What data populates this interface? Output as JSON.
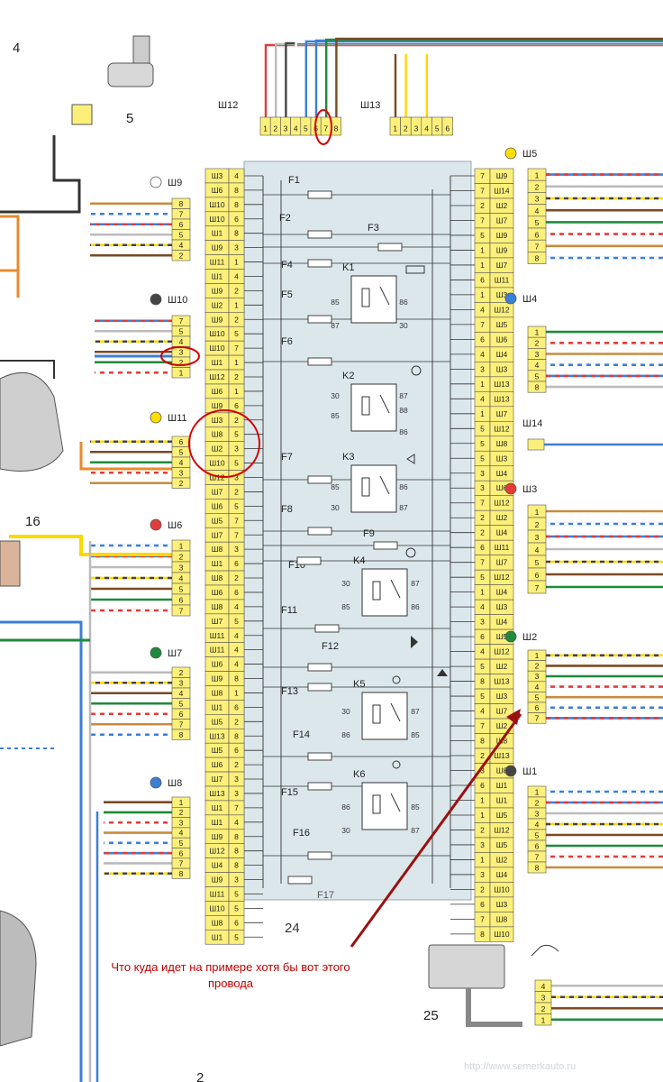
{
  "diagram": {
    "block_label": "24",
    "component_labels": [
      "4",
      "5",
      "16",
      "25",
      "2"
    ],
    "fuses": [
      "F1",
      "F2",
      "F3",
      "F4",
      "F5",
      "F6",
      "F7",
      "F8",
      "F9",
      "F10",
      "F11",
      "F12",
      "F13",
      "F14",
      "F15",
      "F16",
      "F17"
    ],
    "relays": [
      {
        "name": "K1",
        "pins": [
          "85",
          "86",
          "87",
          "30"
        ]
      },
      {
        "name": "K2",
        "pins": [
          "30",
          "87",
          "85",
          "88",
          "86"
        ]
      },
      {
        "name": "K3",
        "pins": [
          "85",
          "86",
          "30",
          "87"
        ]
      },
      {
        "name": "K4",
        "pins": [
          "30",
          "87",
          "85",
          "86"
        ]
      },
      {
        "name": "K5",
        "pins": [
          "30",
          "87",
          "86",
          "85"
        ]
      },
      {
        "name": "K6",
        "pins": [
          "86",
          "85",
          "30",
          "87"
        ]
      }
    ],
    "left_block": {
      "sockets": [
        "Ш3",
        "Ш6",
        "Ш10",
        "Ш10",
        "Ш1",
        "Ш9",
        "Ш11",
        "Ш1",
        "Ш9",
        "Ш2",
        "Ш9",
        "Ш10",
        "Ш10",
        "Ш1",
        "Ш12",
        "Ш6",
        "Ш9",
        "Ш3",
        "Ш8",
        "Ш2",
        "Ш10",
        "Ш12",
        "Ш7",
        "Ш6",
        "Ш5",
        "Ш7",
        "Ш8",
        "Ш1",
        "Ш8",
        "Ш6",
        "Ш8",
        "Ш7",
        "Ш11",
        "Ш11",
        "Ш6",
        "Ш9",
        "Ш8",
        "Ш1",
        "Ш5",
        "Ш13",
        "Ш5",
        "Ш6",
        "Ш7",
        "Ш13",
        "Ш1",
        "Ш1",
        "Ш9",
        "Ш12",
        "Ш4",
        "Ш9",
        "Ш11",
        "Ш10",
        "Ш8",
        "Ш1"
      ],
      "pins": [
        "4",
        "8",
        "8",
        "6",
        "8",
        "3",
        "1",
        "4",
        "2",
        "1",
        "2",
        "5",
        "7",
        "1",
        "2",
        "1",
        "6",
        "2",
        "5",
        "3",
        "5",
        "3",
        "2",
        "5",
        "7",
        "7",
        "3",
        "6",
        "2",
        "6",
        "4",
        "5",
        "4",
        "4",
        "4",
        "8",
        "1",
        "6",
        "2",
        "8",
        "6",
        "2",
        "3",
        "3",
        "7",
        "4",
        "8",
        "8",
        "8",
        "3",
        "5",
        "5",
        "6",
        "5"
      ]
    },
    "right_block": {
      "pins": [
        "7",
        "7",
        "2",
        "7",
        "5",
        "1",
        "1",
        "6",
        "1",
        "4",
        "7",
        "6",
        "4",
        "3",
        "1",
        "4",
        "1",
        "5",
        "5",
        "5",
        "3",
        "3",
        "7",
        "2",
        "2",
        "6",
        "7",
        "5",
        "1",
        "4",
        "3",
        "6",
        "4",
        "5",
        "8",
        "5",
        "4",
        "7",
        "8",
        "2",
        "3",
        "6",
        "1",
        "1",
        "2",
        "3",
        "1",
        "3",
        "2",
        "6",
        "7",
        "8"
      ],
      "sockets": [
        "Ш9",
        "Ш14",
        "Ш2",
        "Ш7",
        "Ш9",
        "Ш9",
        "Ш7",
        "Ш11",
        "Ш3",
        "Ш12",
        "Ш5",
        "Ш6",
        "Ш4",
        "Ш3",
        "Ш13",
        "Ш13",
        "Ш7",
        "Ш12",
        "Ш8",
        "Ш3",
        "Ш4",
        "Ш6",
        "Ш12",
        "Ш2",
        "Ш4",
        "Ш11",
        "Ш7",
        "Ш12",
        "Ш4",
        "Ш3",
        "Ш4",
        "Ш5",
        "Ш12",
        "Ш2",
        "Ш13",
        "Ш3",
        "Ш7",
        "Ш2",
        "Ш8",
        "Ш13",
        "Ш8",
        "Ш1",
        "Ш1",
        "Ш5",
        "Ш12",
        "Ш5",
        "Ш2",
        "Ш4",
        "Ш10",
        "Ш3",
        "Ш8",
        "Ш10"
      ]
    },
    "connectors": [
      {
        "name": "Ш12",
        "pins": [
          "1",
          "2",
          "3",
          "4",
          "5",
          "6",
          "7",
          "8"
        ]
      },
      {
        "name": "Ш13",
        "pins": [
          "1",
          "2",
          "3",
          "4",
          "5",
          "6"
        ]
      },
      {
        "name": "Ш9",
        "pins": [
          "8",
          "7",
          "6",
          "5",
          "4",
          "2"
        ]
      },
      {
        "name": "Ш10",
        "pins": [
          "7",
          "5",
          "4",
          "3",
          "2",
          "1"
        ]
      },
      {
        "name": "Ш11",
        "pins": [
          "6",
          "5",
          "4",
          "3",
          "2"
        ]
      },
      {
        "name": "Ш6",
        "pins": [
          "1",
          "2",
          "3",
          "4",
          "5",
          "6",
          "7"
        ]
      },
      {
        "name": "Ш7",
        "pins": [
          "2",
          "3",
          "4",
          "5",
          "6",
          "7",
          "8"
        ]
      },
      {
        "name": "Ш8",
        "pins": [
          "1",
          "2",
          "3",
          "4",
          "5",
          "6",
          "7",
          "8"
        ]
      },
      {
        "name": "Ш5",
        "pins": [
          "1",
          "2",
          "3",
          "4",
          "5",
          "6",
          "7",
          "8"
        ]
      },
      {
        "name": "Ш4",
        "pins": [
          "1",
          "2",
          "3",
          "4",
          "5",
          "8"
        ]
      },
      {
        "name": "Ш14",
        "pins": []
      },
      {
        "name": "Ш3",
        "pins": [
          "1",
          "2",
          "3",
          "4",
          "5",
          "6",
          "7"
        ]
      },
      {
        "name": "Ш2",
        "pins": [
          "1",
          "2",
          "3",
          "4",
          "5",
          "6",
          "7"
        ]
      },
      {
        "name": "Ш1",
        "pins": [
          "1",
          "2",
          "3",
          "4",
          "5",
          "6",
          "7",
          "8"
        ]
      },
      {
        "name": "wiper-connector",
        "pins": [
          "4",
          "3",
          "2",
          "1"
        ]
      }
    ],
    "annotation_text": "Что куда идет на примере хотя бы вот этого провода",
    "watermark": "http://www.semerkauto.ru"
  },
  "colors": {
    "block_bg": "#dce7ec",
    "pin_yellow": "#fdf07a",
    "highlight": "#d40000",
    "arrow": "#9b1010"
  }
}
